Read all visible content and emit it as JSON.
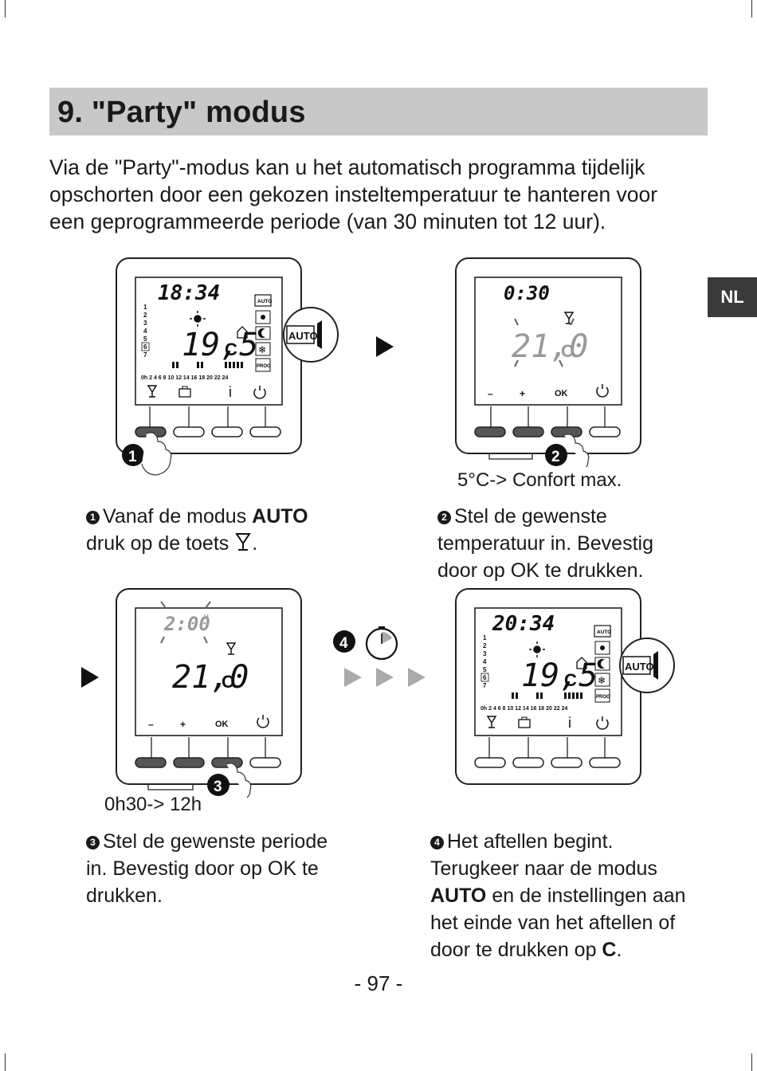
{
  "section": {
    "title": "9. \"Party\" modus",
    "side_tab": "NL"
  },
  "intro": {
    "line1": "Via de \"Party\"-modus kan u het automatisch programma tijdelijk",
    "line2": "opschorten door een gekozen insteltemperatuur te hanteren voor",
    "line3": "een geprogrammeerde periode (van 30 minuten tot 12 uur)."
  },
  "steps": [
    {
      "number": "1",
      "caption_pre": "Vanaf de modus ",
      "caption_bold": "AUTO",
      "caption_line2": "druk op de toets",
      "caption_end": ".",
      "screen": {
        "time": "18:34",
        "temperature": "19,5",
        "unit": "C",
        "mode_badge": "AUTO",
        "days": [
          "1",
          "2",
          "3",
          "4",
          "5",
          "6",
          "7"
        ],
        "hours_axis": "0h 2 4 6 8 10 12 14 16 18 20 22 24",
        "side_icons": [
          "AUTO",
          "sun",
          "moon",
          "frost",
          "PROG"
        ],
        "bottom_icons": [
          "party-glass-icon",
          "suitcase-icon",
          "info-icon",
          "power-icon"
        ],
        "info_glyph": "i"
      }
    },
    {
      "number": "2",
      "caption_line1": "Stel de gewenste",
      "caption_line2": "temperatuur in. Bevestig",
      "caption_line3": "door op OK te drukken.",
      "range_label": "5°C-> Confort max.",
      "screen": {
        "time": "0:30",
        "time_suffix": "H",
        "temperature": "21,0",
        "unit": "C",
        "buttons": [
          "–",
          "+",
          "OK"
        ]
      }
    },
    {
      "number": "3",
      "caption_line1": "Stel de gewenste periode",
      "caption_line2": "in. Bevestig door op OK te",
      "caption_line3": "drukken.",
      "range_label": "0h30-> 12h",
      "screen": {
        "time": "2:00",
        "time_suffix": "H",
        "temperature": "21,0",
        "unit": "C",
        "buttons": [
          "–",
          "+",
          "OK"
        ]
      }
    },
    {
      "number": "4",
      "caption_line1": "Het aftellen begint.",
      "caption_line2": "Terugkeer naar de modus",
      "caption_line3_bold": "AUTO",
      "caption_line3_rest": " en de instellingen aan",
      "caption_line4": "het einde van het aftellen of",
      "caption_line5_pre": "door te drukken op ",
      "caption_line5_bold": "C",
      "caption_line5_end": ".",
      "screen": {
        "time": "20:34",
        "temperature": "19,5",
        "unit": "C",
        "mode_badge": "AUTO",
        "days": [
          "1",
          "2",
          "3",
          "4",
          "5",
          "6",
          "7"
        ],
        "hours_axis": "0h 2 4 6 8 10 12 14 16 18 20 22 24",
        "info_glyph": "i"
      }
    }
  ],
  "page_number": "- 97 -"
}
